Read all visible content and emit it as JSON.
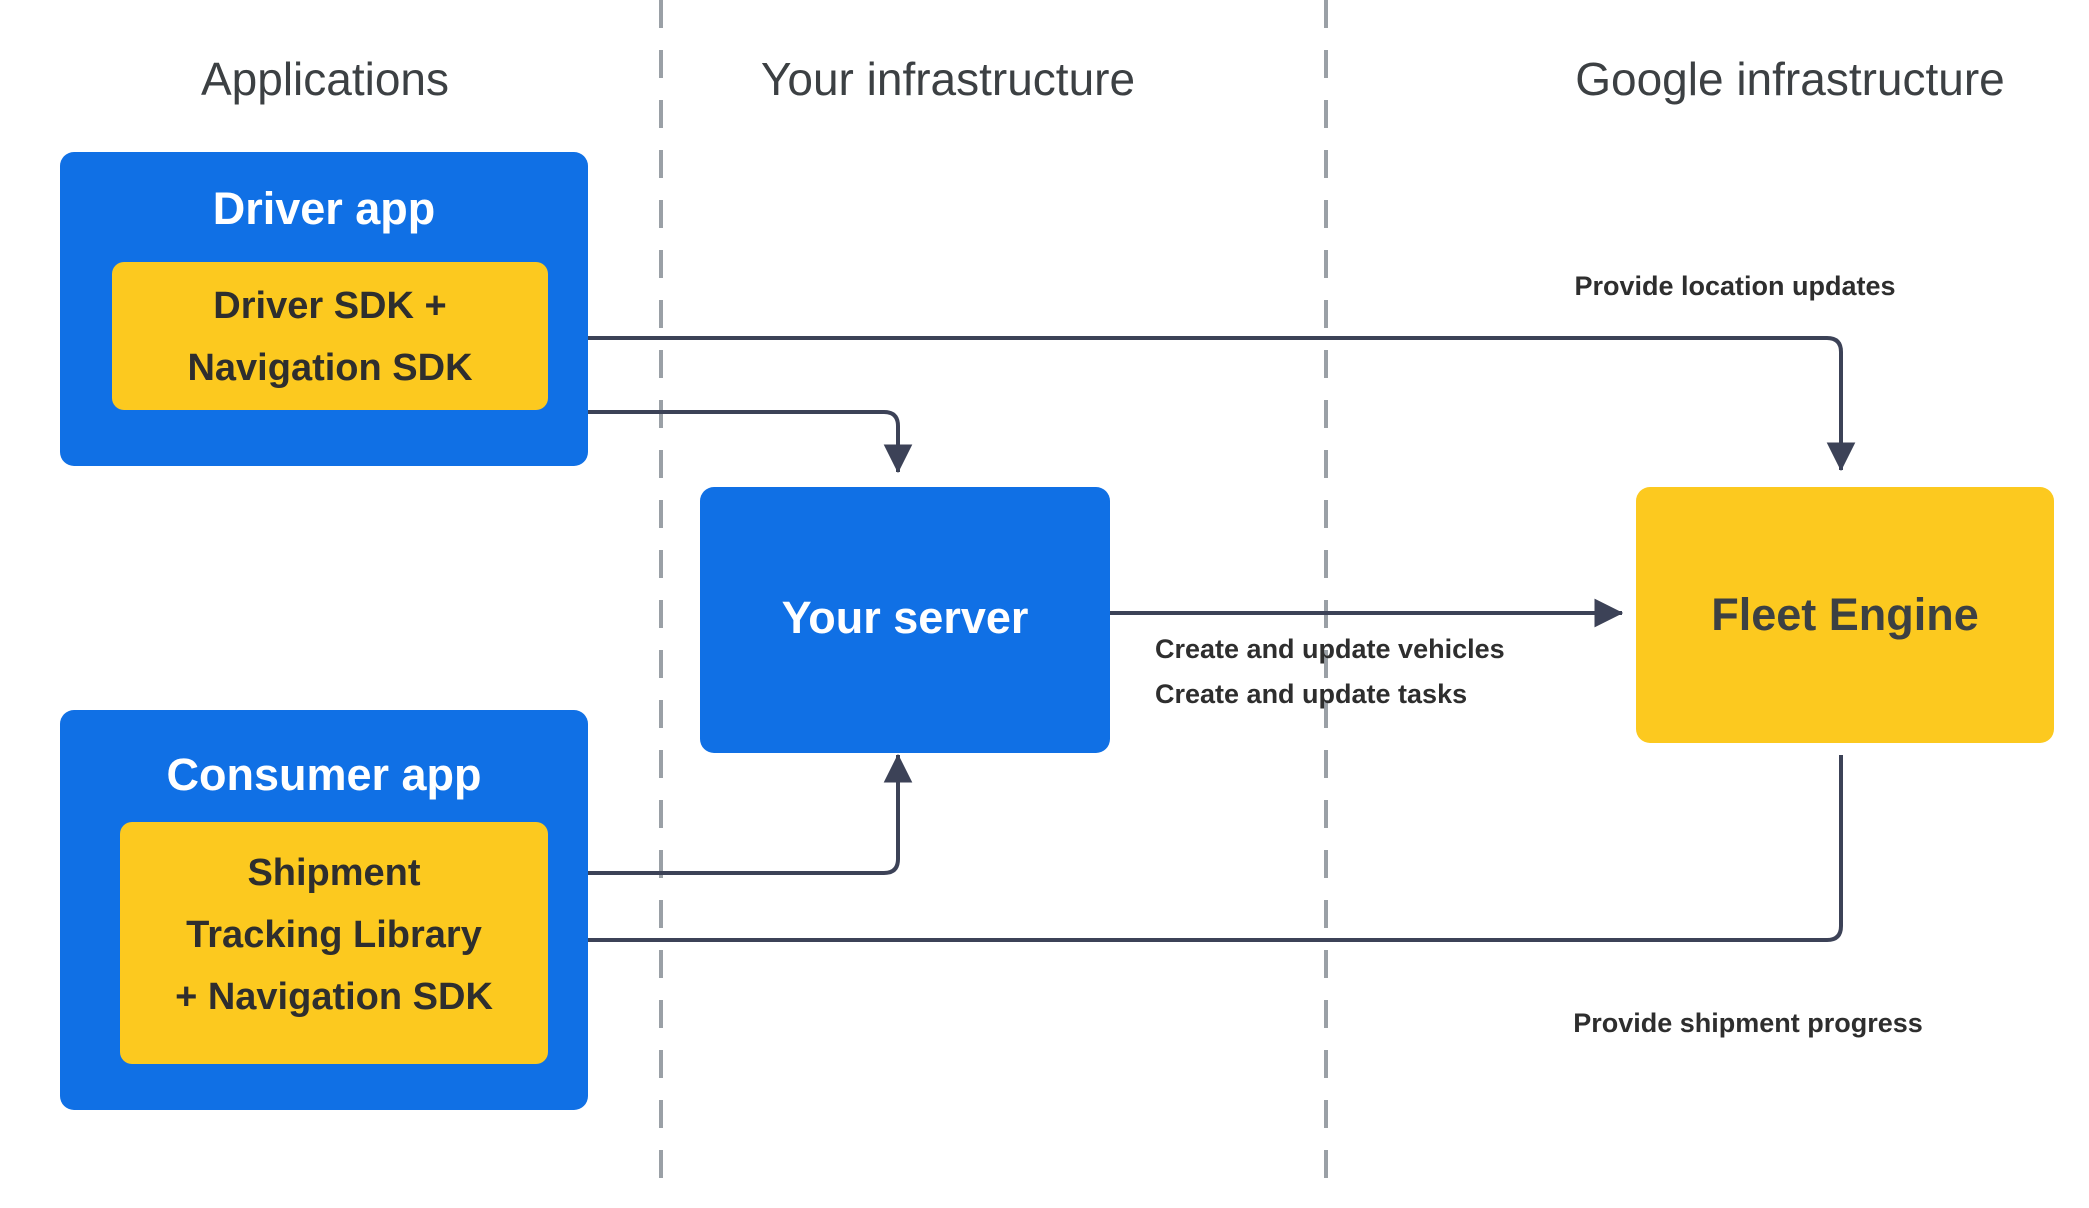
{
  "diagram": {
    "type": "architecture-flow",
    "background": "#ffffff",
    "colors": {
      "app_box_blue": "#1070e5",
      "sdk_box_yellow": "#fcc91f",
      "fleet_engine_yellow": "#fcc91f",
      "divider_gray": "#9aa0a6",
      "arrow_dark": "#3c4257",
      "header_text": "#3c4043",
      "dark_text": "#2e2e2e",
      "white_text": "#ffffff"
    },
    "columns": [
      {
        "id": "applications",
        "label": "Applications"
      },
      {
        "id": "your-infrastructure",
        "label": "Your infrastructure"
      },
      {
        "id": "google-infrastructure",
        "label": "Google infrastructure"
      }
    ],
    "nodes": [
      {
        "id": "driver-app",
        "label": "Driver app",
        "column": "applications",
        "inner_id": "driver-sdk",
        "inner_label_lines": [
          "Driver SDK +",
          "Navigation SDK"
        ]
      },
      {
        "id": "consumer-app",
        "label": "Consumer app",
        "column": "applications",
        "inner_id": "shipment-tracking-library",
        "inner_label_lines": [
          "Shipment",
          "Tracking Library",
          "+ Navigation SDK"
        ]
      },
      {
        "id": "your-server",
        "label": "Your server",
        "column": "your-infrastructure"
      },
      {
        "id": "fleet-engine",
        "label": "Fleet Engine",
        "column": "google-infrastructure"
      }
    ],
    "edges": [
      {
        "id": "fleet-to-driver-sdk",
        "from": "fleet-engine",
        "to": "driver-sdk",
        "label": ""
      },
      {
        "id": "your-server-to-driver-app",
        "from": "your-server",
        "to": "driver-app",
        "label": ""
      },
      {
        "id": "your-server-to-fleet-engine",
        "from": "your-server",
        "to": "fleet-engine",
        "label_lines": [
          "Create and update vehicles",
          "Create and update tasks"
        ]
      },
      {
        "id": "driver-sdk-to-fleet-engine",
        "from": "driver-sdk",
        "to": "fleet-engine",
        "label": "Provide location updates"
      },
      {
        "id": "fleet-engine-to-shipment-tracking",
        "from": "fleet-engine",
        "to": "shipment-tracking-library",
        "label": "Provide shipment progress"
      },
      {
        "id": "consumer-app-to-your-server",
        "from": "consumer-app",
        "to": "your-server",
        "label": ""
      }
    ],
    "labels": {
      "provide_location_updates": "Provide location updates",
      "provide_shipment_progress": "Provide shipment progress",
      "create_update_vehicles": "Create and update vehicles",
      "create_update_tasks": "Create and update tasks"
    }
  }
}
